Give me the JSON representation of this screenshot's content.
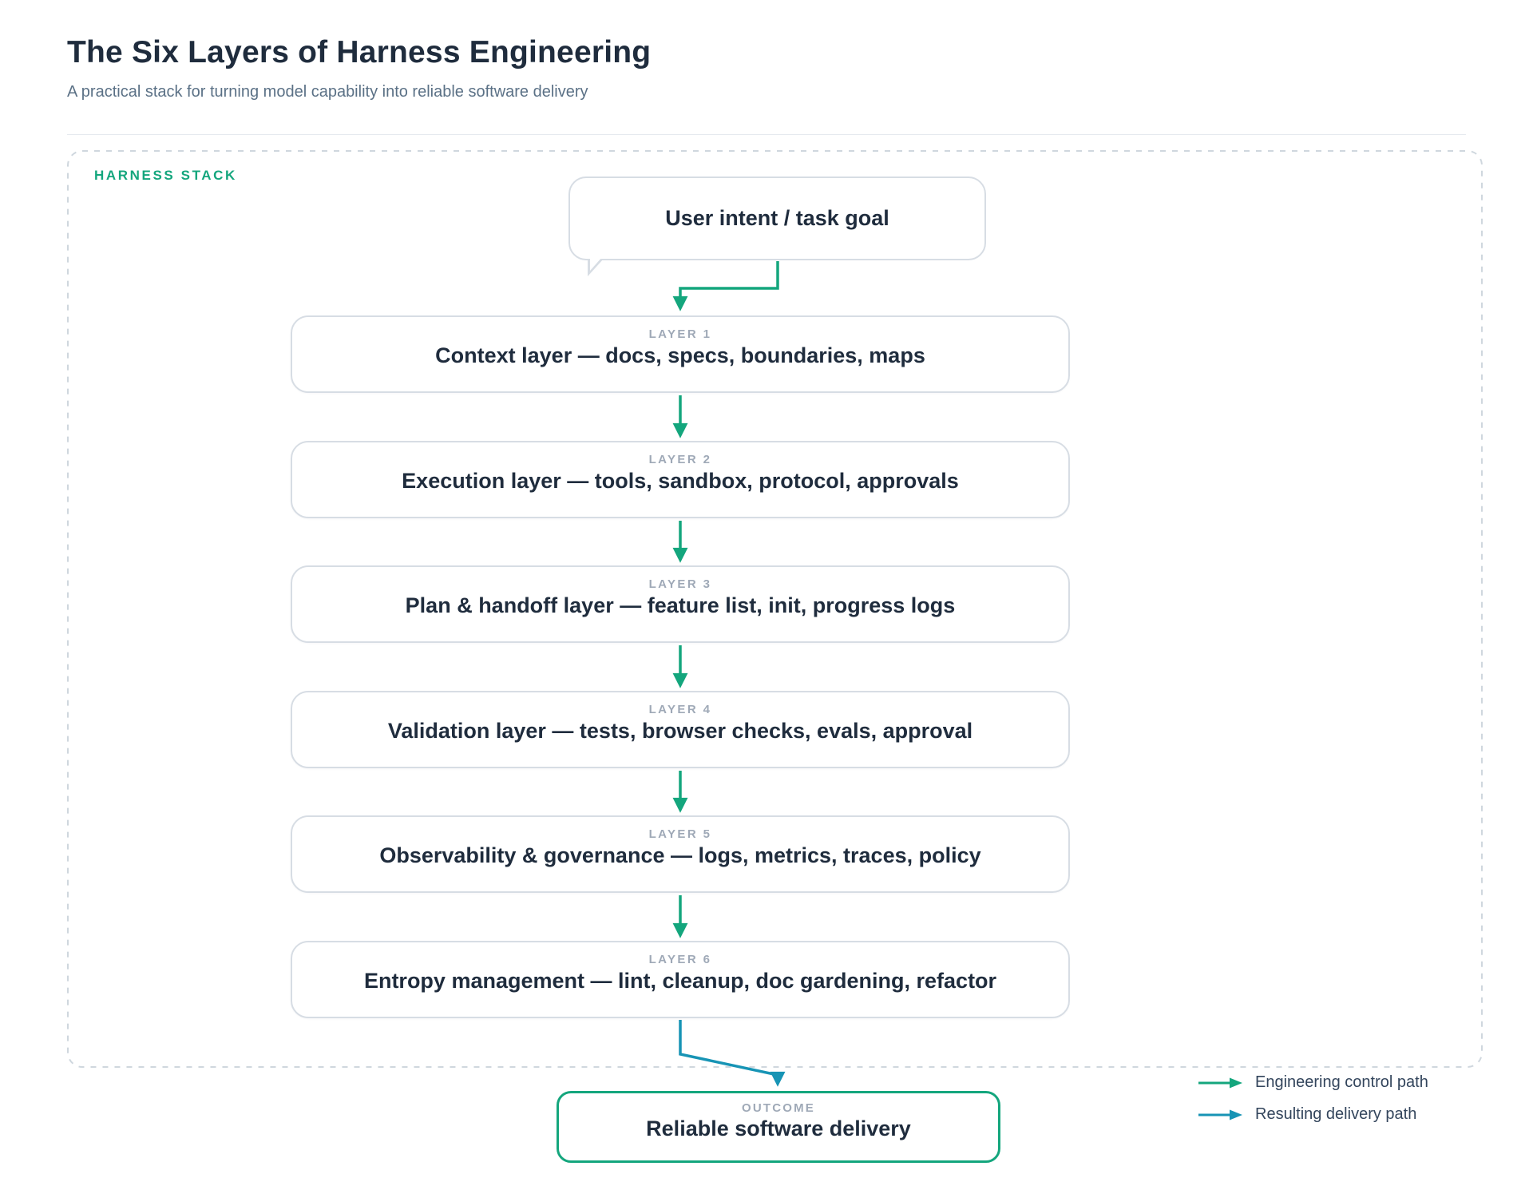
{
  "page": {
    "title": "The Six Layers of Harness Engineering",
    "subtitle": "A practical stack for turning model capability into reliable software delivery"
  },
  "stack": {
    "label": "HARNESS STACK",
    "bubble_text": "User intent / task goal",
    "layers": [
      {
        "tag": "LAYER 1",
        "title": "Context layer — docs, specs, boundaries, maps"
      },
      {
        "tag": "LAYER 2",
        "title": "Execution layer — tools, sandbox, protocol, approvals"
      },
      {
        "tag": "LAYER 3",
        "title": "Plan & handoff layer — feature list, init, progress logs"
      },
      {
        "tag": "LAYER 4",
        "title": "Validation layer — tests, browser checks, evals, approval"
      },
      {
        "tag": "LAYER 5",
        "title": "Observability & governance — logs, metrics, traces, policy"
      },
      {
        "tag": "LAYER 6",
        "title": "Entropy management — lint, cleanup, doc gardening, refactor"
      }
    ],
    "outcome": {
      "tag": "OUTCOME",
      "title": "Reliable software delivery"
    }
  },
  "legend": [
    {
      "label": "Engineering control path",
      "color": "#14a67d"
    },
    {
      "label": "Resulting delivery path",
      "color": "#1794b5"
    }
  ],
  "colors": {
    "control_path": "#14a67d",
    "delivery_path": "#1794b5",
    "accent_green": "#14a67d",
    "accent_teal": "#1794b5",
    "box_border": "#d7dde4",
    "dashed_border": "#cfd7de",
    "tag_gray": "#9fa9b7",
    "heading": "#1f2c3d",
    "subtitle": "#5b7186"
  }
}
